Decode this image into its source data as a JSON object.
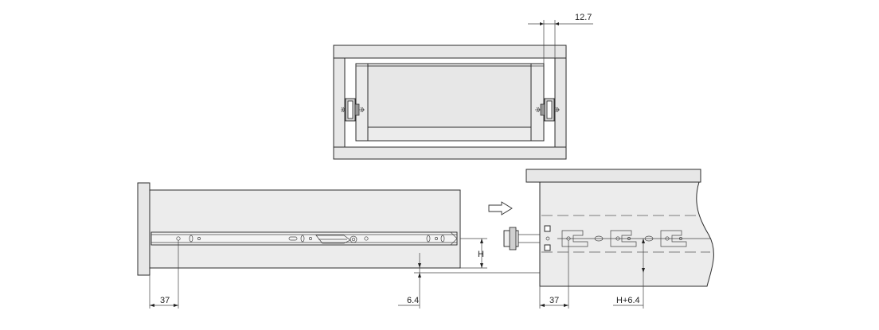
{
  "colors": {
    "line": "#2b2b2b",
    "panel": "#e7e7e7",
    "background": "#ffffff"
  },
  "dimensions": {
    "side_clearance": "12.7",
    "front_offset_left": "37",
    "front_offset_right": "37",
    "slide_offset": "6.4",
    "height_label": "H",
    "cabinet_height_label": "H+6.4"
  },
  "icons": {
    "arrow": "right-arrow-icon"
  }
}
